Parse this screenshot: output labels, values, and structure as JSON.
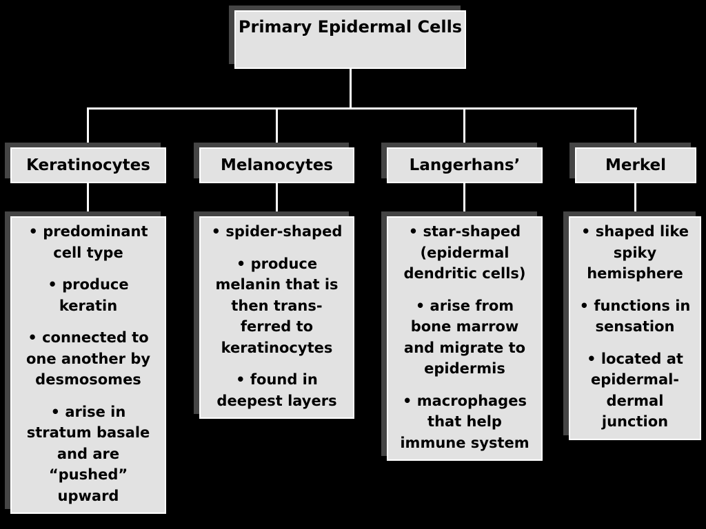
{
  "title": "Primary Epidermal Cells",
  "colors": {
    "background": "#000000",
    "box": "#e2e2e2",
    "line": "#ffffff",
    "shadow": "#454545"
  },
  "cells": [
    {
      "name": "Keratinocytes",
      "points": [
        "• predominant cell type",
        "• produce keratin",
        "• connected to one another by desmosomes",
        "• arise in stratum basale and are “pushed” upward"
      ]
    },
    {
      "name": "Melanocytes",
      "points": [
        "• spider-shaped",
        "• produce melanin that is then trans-ferred to keratinocytes",
        "• found in deepest layers"
      ]
    },
    {
      "name": "Langerhans’",
      "points": [
        "• star-shaped (epidermal dendritic cells)",
        "• arise from bone marrow and migrate to epidermis",
        "• macrophages that help immune system"
      ]
    },
    {
      "name": "Merkel",
      "points": [
        "• shaped like spiky hemisphere",
        "• functions in sensation",
        "• located at epidermal-dermal junction"
      ]
    }
  ]
}
